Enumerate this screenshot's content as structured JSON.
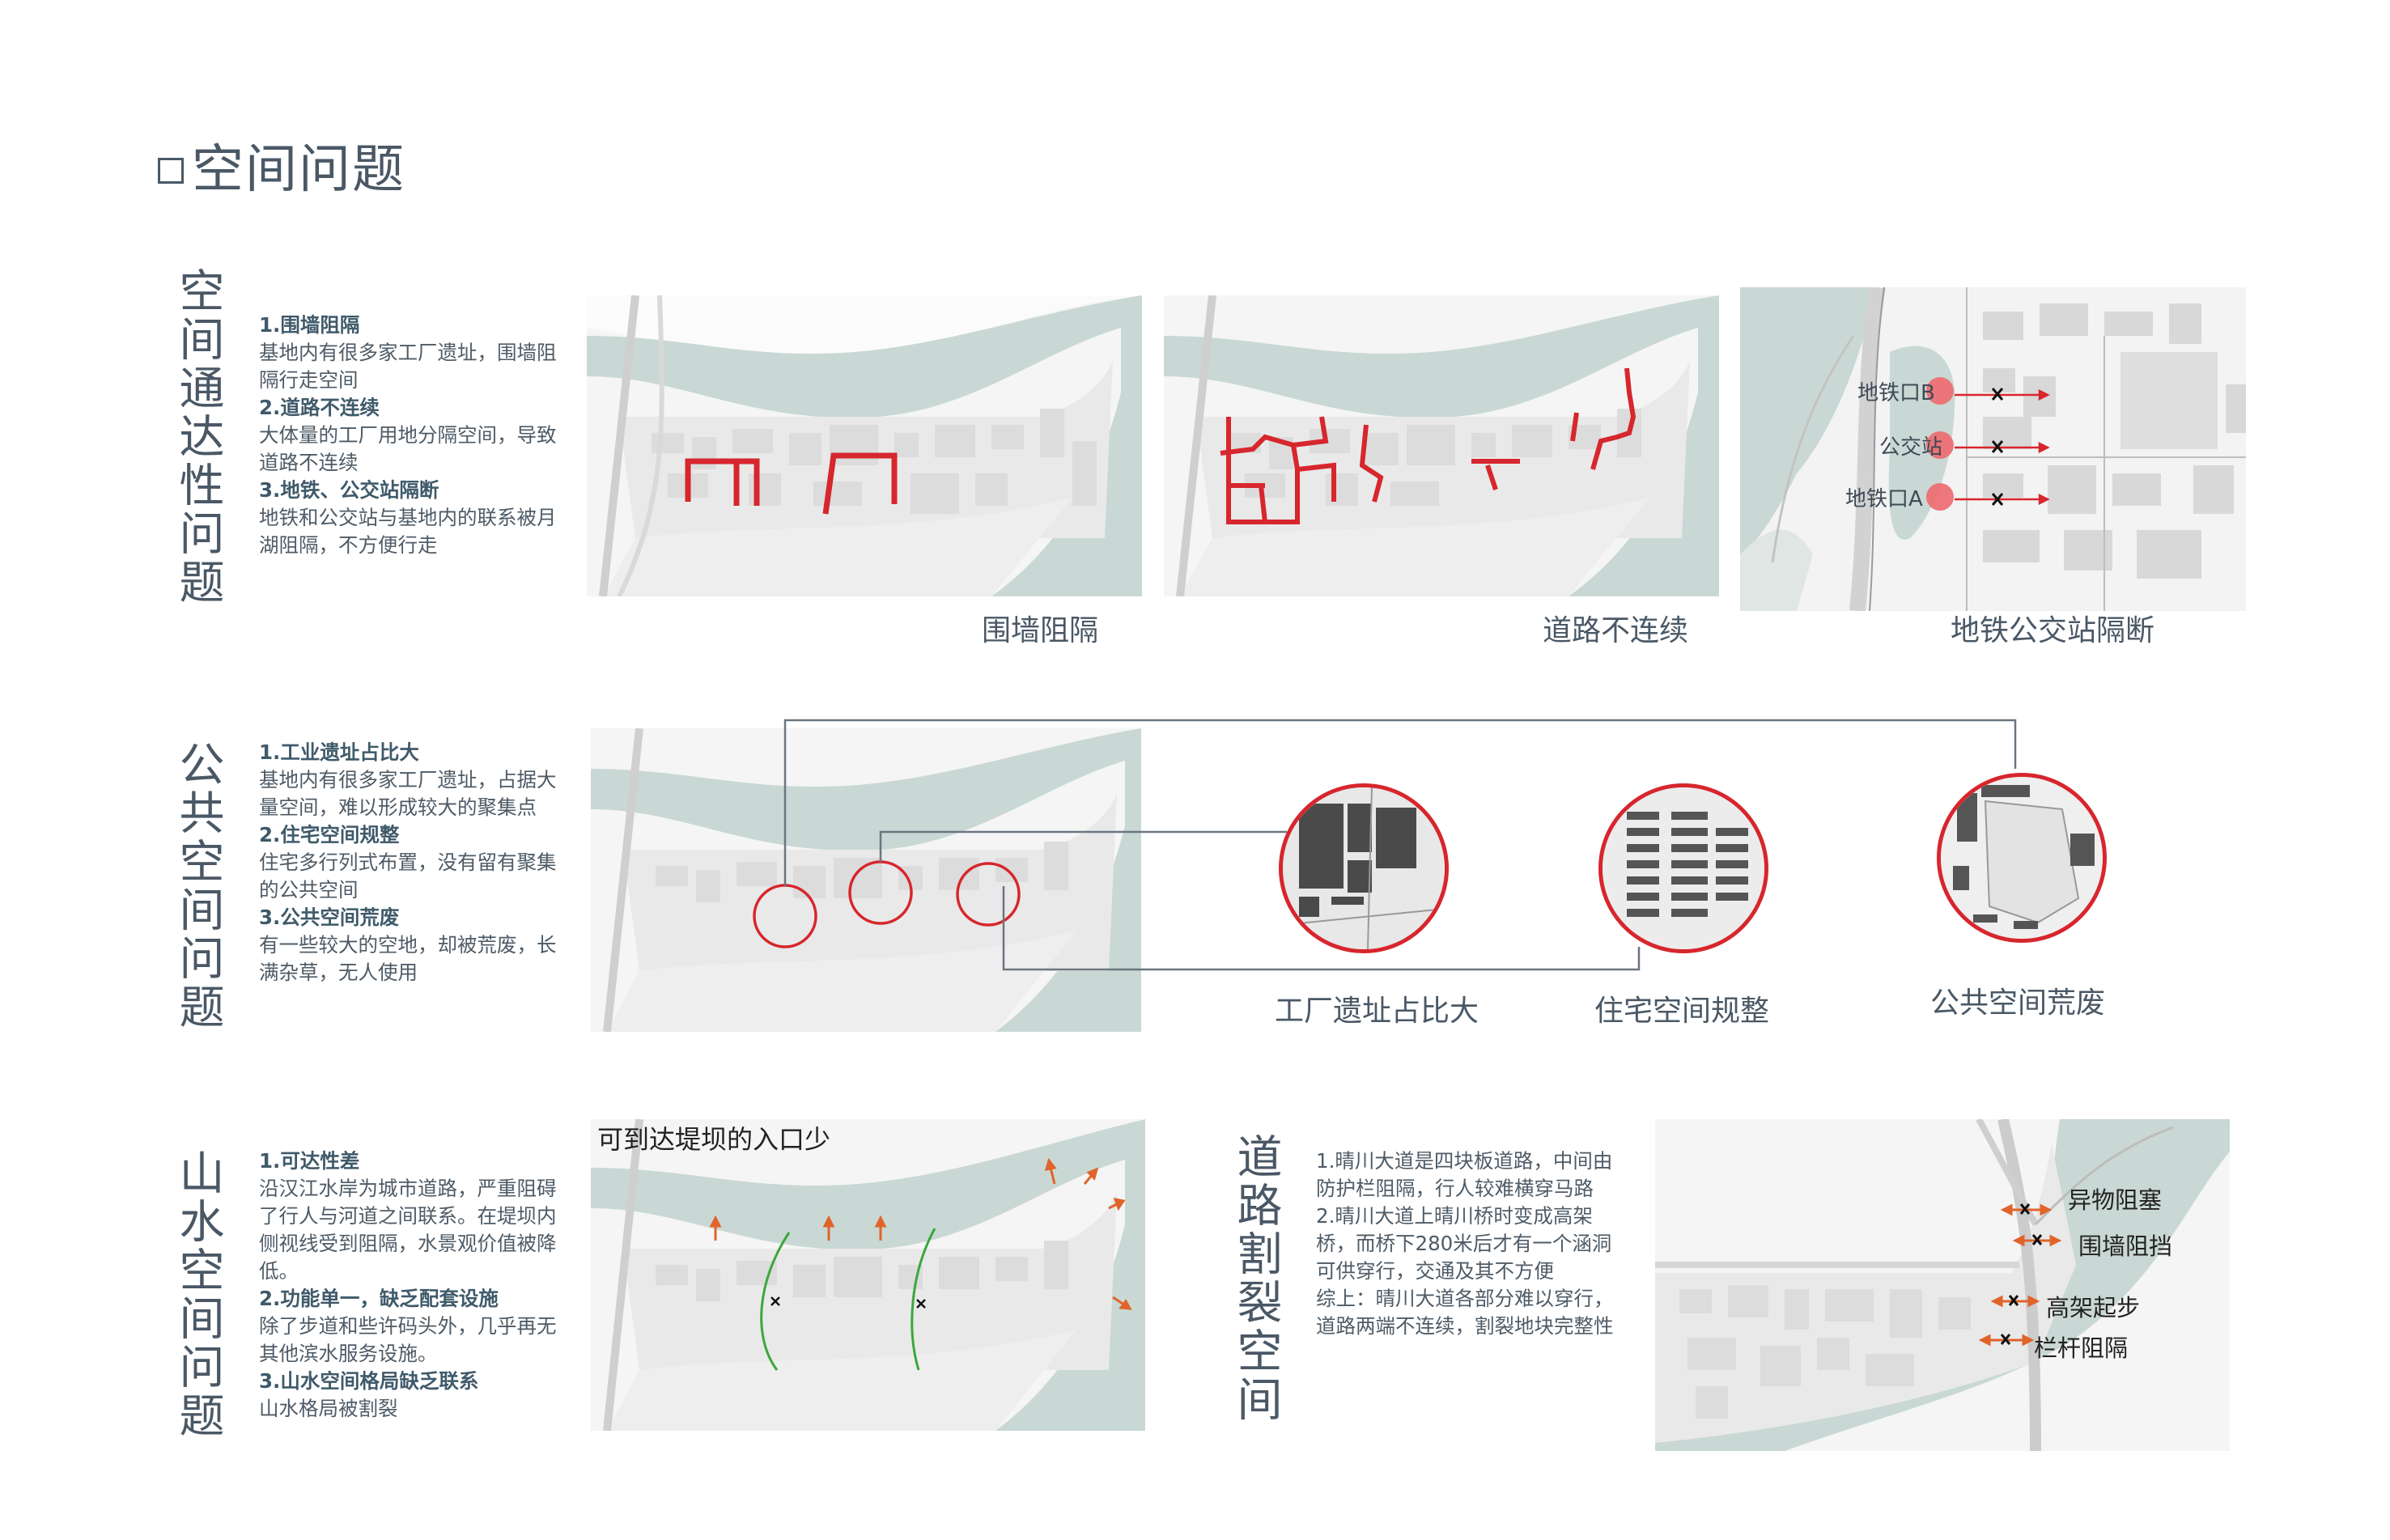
{
  "page": {
    "title": "空间问题"
  },
  "section1": {
    "title": "空间通达性问题",
    "items": [
      {
        "heading": "1.围墙阻隔",
        "text": "基地内有很多家工厂遗址，围墙阻隔行走空间"
      },
      {
        "heading": "2.道路不连续",
        "text": "大体量的工厂用地分隔空间，导致道路不连续"
      },
      {
        "heading": "3.地铁、公交站隔断",
        "text": "地铁和公交站与基地内的联系被月湖阻隔，不方便行走"
      }
    ],
    "captions": [
      "围墙阻隔",
      "道路不连续",
      "地铁公交站隔断"
    ],
    "transit_labels": [
      "地铁口B",
      "公交站",
      "地铁口A"
    ]
  },
  "section2": {
    "title": "公共空间问题",
    "items": [
      {
        "heading": "1.工业遗址占比大",
        "text": "基地内有很多家工厂遗址，占据大量空间，难以形成较大的聚集点"
      },
      {
        "heading": "2.住宅空间规整",
        "text": "住宅多行列式布置，没有留有聚集的公共空间"
      },
      {
        "heading": "3.公共空间荒废",
        "text": "有一些较大的空地，却被荒废，长满杂草，无人使用"
      }
    ],
    "captions": [
      "工厂遗址占比大",
      "住宅空间规整",
      "公共空间荒废"
    ]
  },
  "section3": {
    "title": "山水空间问题",
    "items": [
      {
        "heading": "1.可达性差",
        "text": "沿汉江水岸为城市道路，严重阻碍了行人与河道之间联系。在堤坝内侧视线受到阻隔，水景观价值被降低。"
      },
      {
        "heading": "2.功能单一，缺乏配套设施",
        "text": "除了步道和些许码头外，几乎再无其他滨水服务设施。"
      },
      {
        "heading": "3.山水空间格局缺乏联系",
        "text": "山水格局被割裂"
      }
    ],
    "map_label": "可到达堤坝的入口少"
  },
  "section4": {
    "title": "道路割裂空间",
    "paragraphs": [
      "1.晴川大道是四块板道路，中间由防护栏阻隔，行人较难横穿马路",
      "2.晴川大道上晴川桥时变成高架桥，而桥下280米后才有一个涵洞可供穿行，交通及其不方便",
      "综上：晴川大道各部分难以穿行，道路两端不连续，割裂地块完整性"
    ],
    "labels": [
      "异物阻塞",
      "围墙阻挡",
      "高架起步",
      "栏杆阻隔"
    ]
  },
  "colors": {
    "red": "#d7262d",
    "water": "#c9d8d4",
    "green": "#3aa83a",
    "orange": "#e0642a",
    "text": "#4a5866"
  }
}
